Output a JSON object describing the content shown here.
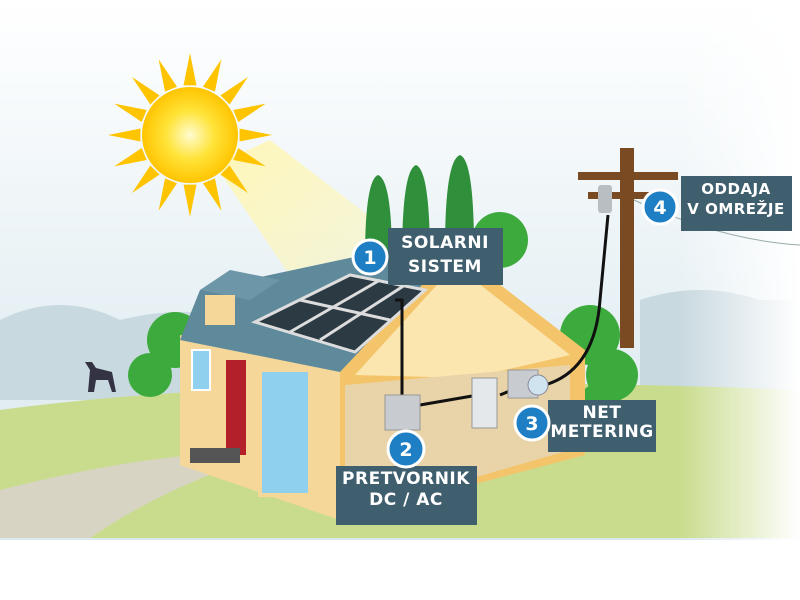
{
  "colors": {
    "label_bg": "#3f5e6e",
    "badge": "#1f7fc4",
    "sun": "#ffd400",
    "ground": "#c9dc8e",
    "wall": "#f6d79a",
    "roof": "#5f8a9c"
  },
  "steps": [
    {
      "number": "1",
      "line1": "SOLARNI",
      "line2": "SISTEM"
    },
    {
      "number": "2",
      "line1": "PRETVORNIK",
      "line2": "DC / AC"
    },
    {
      "number": "3",
      "line1": "NET",
      "line2": "METERING"
    },
    {
      "number": "4",
      "line1": "ODDAJA",
      "line2": "V OMREŽJE"
    }
  ]
}
